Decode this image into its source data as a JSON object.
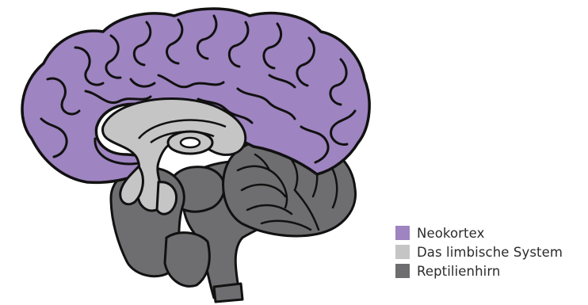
{
  "colors": {
    "neocortex": "#9e84c0",
    "limbic": "#c5c5c5",
    "reptilian": "#6e6e70",
    "outline": "#111111",
    "background": "#ffffff"
  },
  "legend": {
    "items": [
      {
        "label": "Neokortex",
        "color": "#9e84c0"
      },
      {
        "label": "Das limbische System",
        "color": "#c5c5c5"
      },
      {
        "label": "Reptilienhirn",
        "color": "#6e6e70"
      }
    ]
  }
}
